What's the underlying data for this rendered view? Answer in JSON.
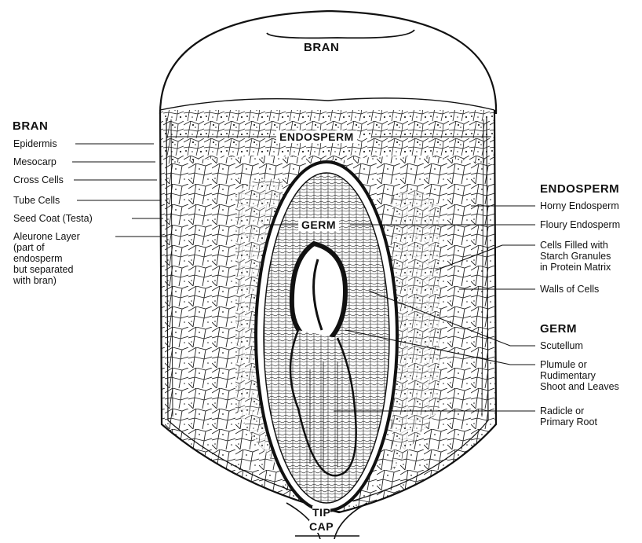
{
  "left": {
    "heading": "BRAN",
    "labels": [
      "Epidermis",
      "Mesocarp",
      "Cross Cells",
      "Tube Cells",
      "Seed Coat (Testa)"
    ],
    "aleurone": [
      "Aleurone Layer",
      "(part of",
      "endosperm",
      "but separated",
      "with bran)"
    ]
  },
  "right": {
    "endosperm_heading": "ENDOSPERM",
    "endosperm_labels": [
      "Horny Endosperm",
      "Floury Endosperm"
    ],
    "cells_filled": [
      "Cells Filled with",
      "Starch Granules",
      "in Protein Matrix"
    ],
    "walls": "Walls of Cells",
    "germ_heading": "GERM",
    "scutellum": "Scutellum",
    "plumule": [
      "Plumule or",
      "Rudimentary",
      "Shoot and Leaves"
    ],
    "radicle": [
      "Radicle or",
      "Primary Root"
    ]
  },
  "inner": {
    "bran_top": "BRAN",
    "endosperm": "ENDOSPERM",
    "germ": "GERM",
    "tip_cap": [
      "TIP",
      "CAP"
    ]
  }
}
